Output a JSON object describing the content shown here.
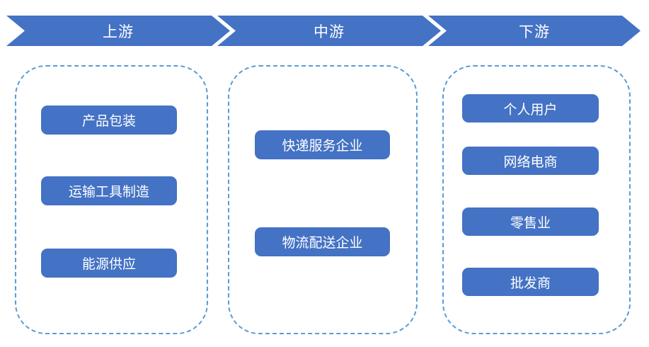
{
  "diagram": {
    "type": "industry-chain-flow",
    "colors": {
      "primary_blue": "#4472c4",
      "dashed_border_blue": "#5b9bd5",
      "text_white": "#ffffff",
      "background": "#ffffff"
    },
    "stages": [
      {
        "id": "upstream",
        "label": "上游",
        "items": [
          "产品包装",
          "运输工具制造",
          "能源供应"
        ]
      },
      {
        "id": "midstream",
        "label": "中游",
        "items": [
          "快递服务企业",
          "物流配送企业"
        ]
      },
      {
        "id": "downstream",
        "label": "下游",
        "items": [
          "个人用户",
          "网络电商",
          "零售业",
          "批发商"
        ]
      }
    ]
  }
}
